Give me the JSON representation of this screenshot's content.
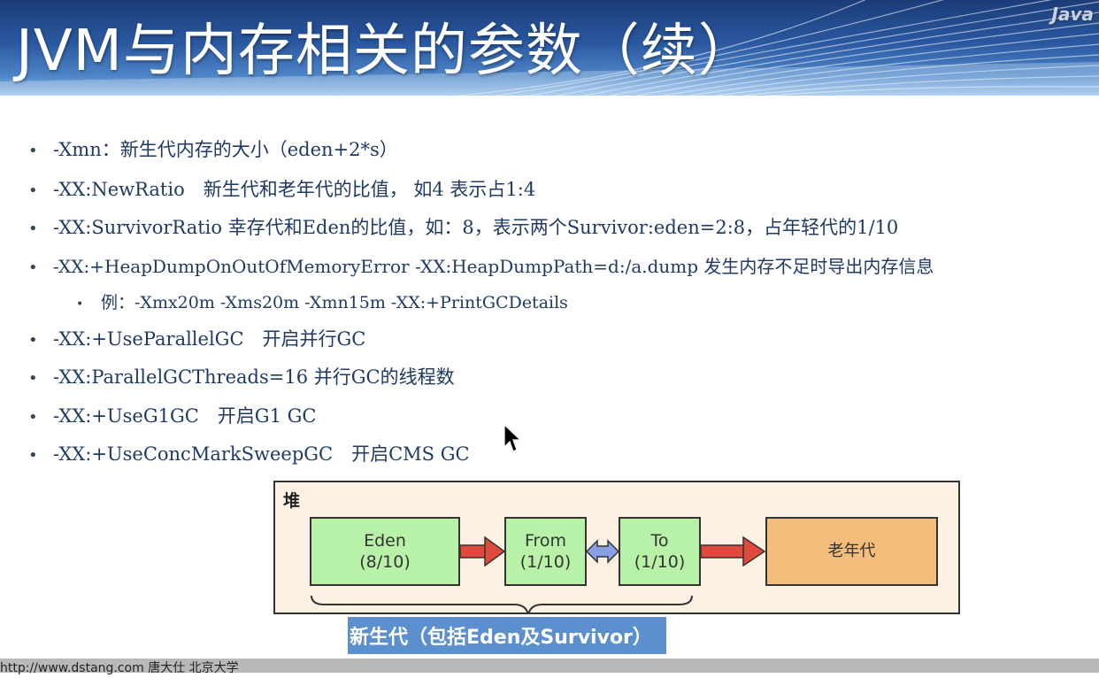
{
  "header": {
    "title": "JVM与内存相关的参数（续）",
    "logo_text": "Java"
  },
  "bullets": [
    "-Xmn：新生代内存的大小（eden+2*s）",
    "-XX:NewRatio　新生代和老年代的比值，  如4 表示占1:4",
    "-XX:SurvivorRatio 幸存代和Eden的比值，如：8，表示两个Survivor:eden=2:8，占年轻代的1/10",
    "-XX:+HeapDumpOnOutOfMemoryError -XX:HeapDumpPath=d:/a.dump 发生内存不足时导出内存信息",
    "例：-Xmx20m -Xms20m -Xmn15m -XX:+PrintGCDetails",
    "-XX:+UseParallelGC　开启并行GC",
    "-XX:ParallelGCThreads=16 并行GC的线程数",
    "-XX:+UseG1GC　开启G1 GC",
    "-XX:+UseConcMarkSweepGC　开启CMS GC"
  ],
  "diagram": {
    "heap_label": "堆",
    "eden": {
      "name": "Eden",
      "ratio": "(8/10)"
    },
    "from": {
      "name": "From",
      "ratio": "(1/10)"
    },
    "to": {
      "name": "To",
      "ratio": "(1/10)"
    },
    "old": "老年代",
    "young_label": "新生代（包括Eden及Survivor）"
  },
  "footer": {
    "text": "http://www.dstang.com 唐大仕 北京大学"
  },
  "colors": {
    "banner": "#2a58a0",
    "text": "#1f3a64",
    "young_box": "#b8f2a8",
    "old_box": "#f3bd7c",
    "arrow": "#e04a3c",
    "double_arrow": "#8aa0e6",
    "label_bg": "#5b8fce"
  }
}
